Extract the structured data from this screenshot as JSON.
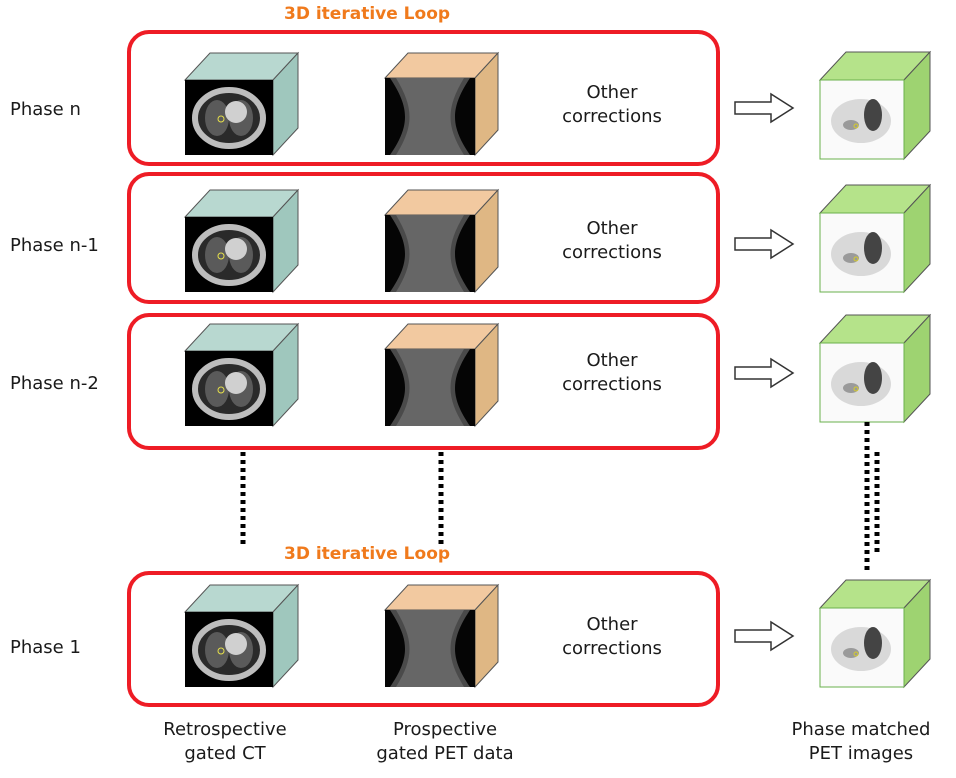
{
  "loop_title": "3D iterative Loop",
  "phases": [
    {
      "label": "Phase n",
      "corrections_line1": "Other",
      "corrections_line2": "corrections"
    },
    {
      "label": "Phase n-1",
      "corrections_line1": "Other",
      "corrections_line2": "corrections"
    },
    {
      "label": "Phase n-2",
      "corrections_line1": "Other",
      "corrections_line2": "corrections"
    },
    {
      "label": "Phase 1",
      "corrections_line1": "Other",
      "corrections_line2": "corrections"
    }
  ],
  "captions": {
    "ct": [
      "Retrospective",
      "gated CT"
    ],
    "pet_data": [
      "Prospective",
      "gated PET data"
    ],
    "pet_images": [
      "Phase matched",
      "PET images"
    ]
  },
  "colors": {
    "loop_border": "#ee1c25",
    "loop_title": "#f07a1c",
    "ct_cube": "#b8d8d0",
    "pet_cube": "#f2c9a0",
    "result_cube": "#b5e38a"
  }
}
